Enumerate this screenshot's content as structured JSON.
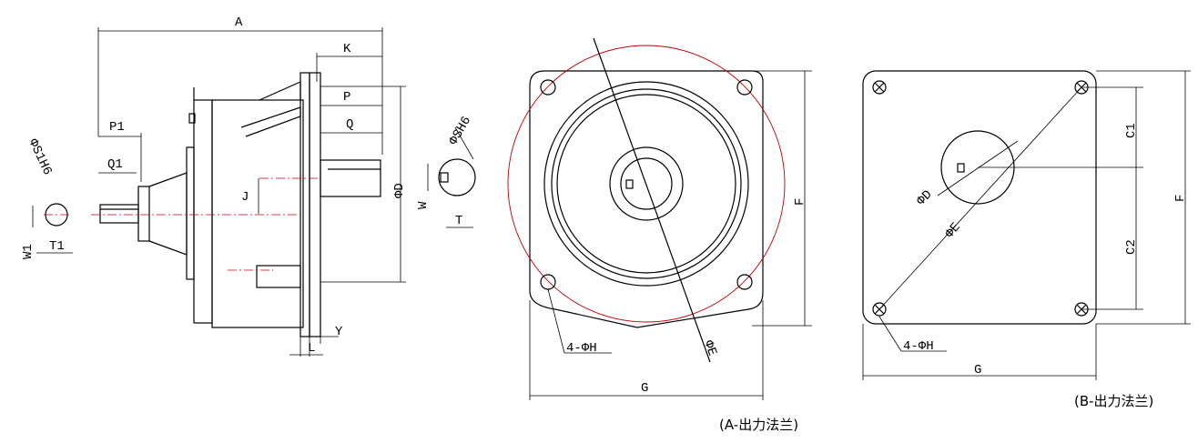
{
  "labels": {
    "A": "A",
    "K": "K",
    "P": "P",
    "Q": "Q",
    "P1": "P1",
    "Q1": "Q1",
    "J": "J",
    "D": "ΦD",
    "SH6": "ΦSH6",
    "W": "W",
    "T": "T",
    "S1H6": "ΦS1H6",
    "W1": "W1",
    "T1": "T1",
    "L": "L",
    "Y": "Y",
    "F_a": "F",
    "G_a": "G",
    "E_a": "ΦE",
    "H_a": "4-ΦH",
    "F_b": "F",
    "G_b": "G",
    "C1": "C1",
    "C2": "C2",
    "D_b": "ΦD",
    "E_b": "ΦE",
    "H_b": "4-ΦH"
  },
  "captions": {
    "a": "(A-出力法兰)",
    "b": "(B-出力法兰)"
  }
}
